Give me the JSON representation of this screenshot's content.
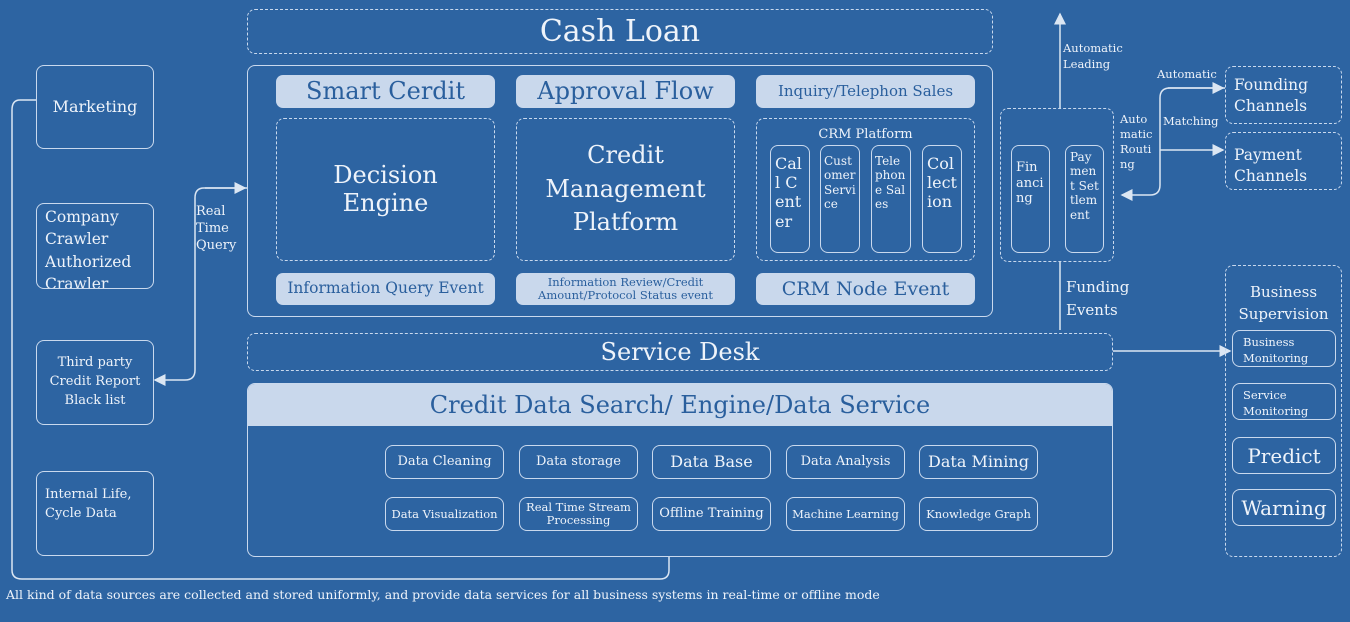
{
  "top": {
    "cash_loan": "Cash Loan"
  },
  "left_sources": {
    "marketing": "Marketing",
    "crawler": "Company Crawler Authorized Crawler",
    "third_party": "Third party Credit Report Black list",
    "internal": "Internal Life, Cycle Data"
  },
  "real_time_query": "Real Time Query",
  "main": {
    "smart_credit": "Smart Cerdit",
    "approval_flow": "Approval Flow",
    "inquiry": "Inquiry/Telephon Sales",
    "decision_engine": "Decision Engine",
    "credit_mgmt": "Credit Management Platform",
    "crm_platform": "CRM Platform",
    "crm_items": [
      "Call Center",
      "Customer Service",
      "Telephone Sales",
      "Collection"
    ],
    "info_query_event": "Information Query Event",
    "info_review_event": "Information Review/Credit Amount/Protocol Status event",
    "crm_node_event": "CRM Node Event"
  },
  "funding": {
    "financing": "Financing",
    "payment_settlement": "Payment Settlement",
    "automatic_leading": "Automatic Leading",
    "automatic": "Automatic",
    "matching": "Matching",
    "automatic_routing": "Automatic Routing",
    "funding_events": "Funding Events",
    "founding_channels": "Founding Channels",
    "payment_channels": "Payment Channels"
  },
  "service_desk": "Service Desk",
  "data_service": {
    "title": "Credit Data Search/ Engine/Data Service",
    "row1": [
      "Data Cleaning",
      "Data storage",
      "Data Base",
      "Data Analysis",
      "Data Mining"
    ],
    "row2": [
      "Data Visualization",
      "Real Time Stream Processing",
      "Offline Training",
      "Machine Learning",
      "Knowledge Graph"
    ]
  },
  "supervision": {
    "title": "Business Supervision",
    "items": [
      "Business Monitoring",
      "Service Monitoring",
      "Predict",
      "Warning"
    ]
  },
  "footer": "All kind of data sources are collected and stored uniformly, and provide data services for all business systems in real-time or offline mode"
}
